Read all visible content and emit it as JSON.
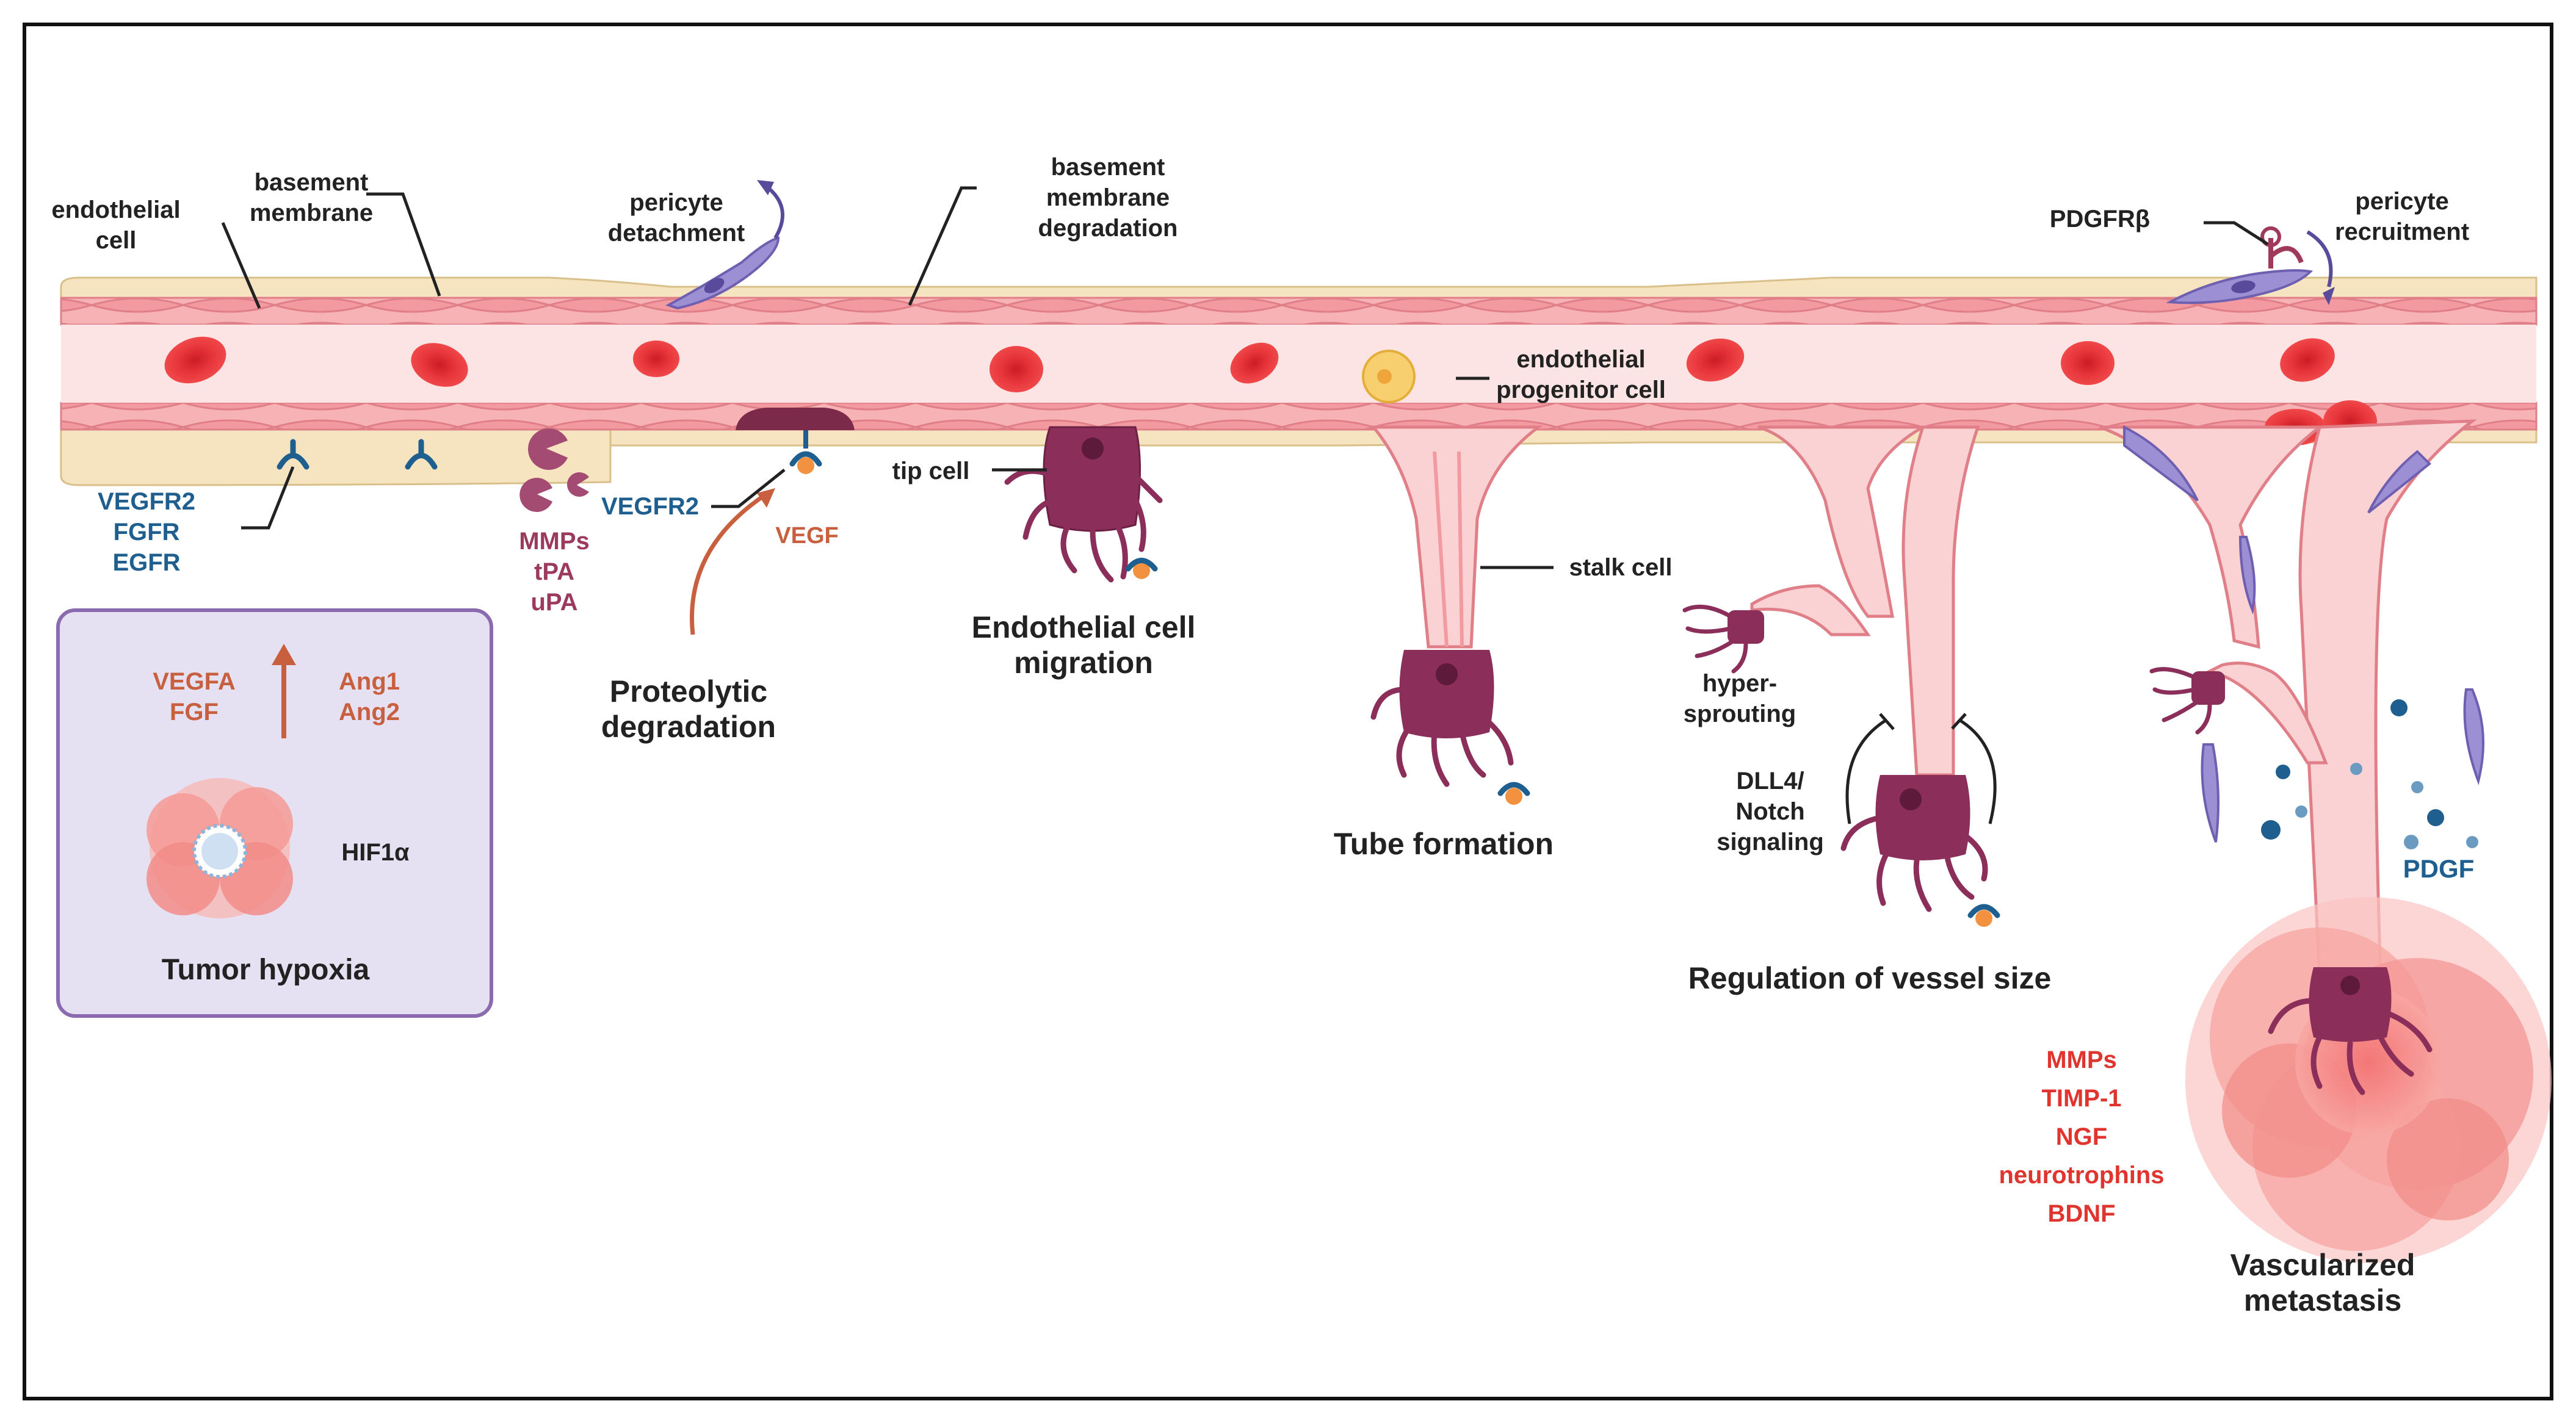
{
  "colors": {
    "blue": "#1f5f8f",
    "mauve": "#9c3a5e",
    "orange": "#c8603f",
    "red": "#e0342f",
    "dark": "#222222",
    "membrane": "#f5e4bf",
    "endothelium": "#f4a9ad",
    "lumen": "#fde4e4",
    "box_fill": "#e6e1f2",
    "box_stroke": "#8a6bb0",
    "pericyte": "#8f84c9",
    "tip_cell": "#8b2f5a"
  },
  "labels": {
    "endothelial_cell": [
      "endothelial",
      "cell"
    ],
    "basement_membrane": [
      "basement",
      "membrane"
    ],
    "pericyte_detachment": [
      "pericyte",
      "detachment"
    ],
    "basement_membrane_degradation": [
      "basement",
      "membrane",
      "degradation"
    ],
    "pdgfrb": "PDGFRβ",
    "pericyte_recruitment": [
      "pericyte",
      "recruitment"
    ],
    "endothelial_progenitor": [
      "endothelial",
      "progenitor cell"
    ],
    "receptors": [
      "VEGFR2",
      "FGFR",
      "EGFR"
    ],
    "proteases": [
      "MMPs",
      "tPA",
      "uPA"
    ],
    "vegfr2": "VEGFR2",
    "vegf": "VEGF",
    "tip_cell": "tip cell",
    "stalk_cell": "stalk cell",
    "hypersprouting": [
      "hyper-",
      "sprouting"
    ],
    "dll4": [
      "DLL4/",
      "Notch",
      "signaling"
    ],
    "pdgf": "PDGF",
    "metastasis_factors": [
      "MMPs",
      "TIMP-1",
      "NGF",
      "neurotrophins",
      "BDNF"
    ],
    "box_left": [
      "VEGFA",
      "FGF"
    ],
    "box_right": [
      "Ang1",
      "Ang2"
    ],
    "hif1a": "HIF1α"
  },
  "stages": {
    "tumor_hypoxia": "Tumor hypoxia",
    "proteolytic": [
      "Proteolytic",
      "degradation"
    ],
    "migration": [
      "Endothelial cell",
      "migration"
    ],
    "tube": "Tube formation",
    "vessel_size": "Regulation of vessel size",
    "vascularized": [
      "Vascularized",
      "metastasis"
    ]
  }
}
